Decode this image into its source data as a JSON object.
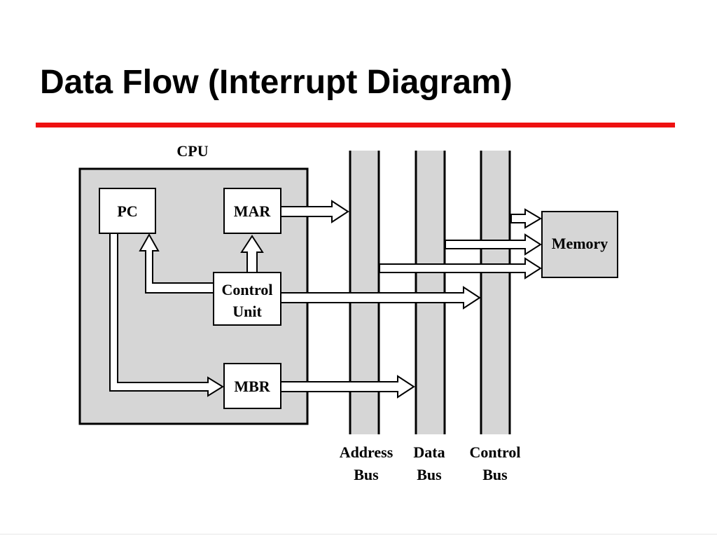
{
  "slide": {
    "title": "Data Flow (Interrupt Diagram)",
    "accent_color": "#ee1111"
  },
  "diagram": {
    "cpu_label": "CPU",
    "registers": {
      "pc": "PC",
      "mar": "MAR",
      "mbr": "MBR",
      "control_unit_line1": "Control",
      "control_unit_line2": "Unit"
    },
    "memory_label": "Memory",
    "buses": {
      "address_line1": "Address",
      "address_line2": "Bus",
      "data_line1": "Data",
      "data_line2": "Bus",
      "control_line1": "Control",
      "control_line2": "Bus"
    },
    "colors": {
      "cpu_fill": "#d6d6d6",
      "bus_fill": "#d6d6d6",
      "memory_fill": "#d6d6d6",
      "register_fill": "#ffffff",
      "line": "#000000"
    }
  }
}
